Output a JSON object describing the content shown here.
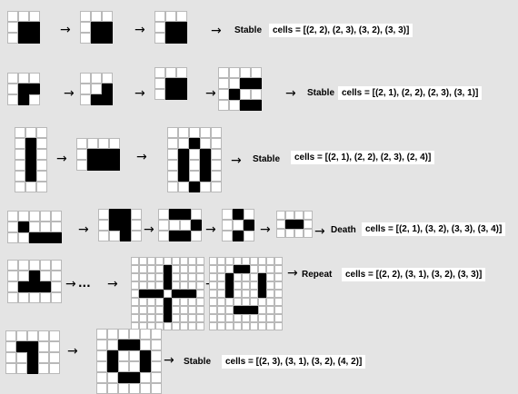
{
  "arrow_glyph": "→",
  "ellipsis_text": "...",
  "colors": {
    "background": "#e4e4e4",
    "live_cell": "#000000",
    "dead_cell": "#ffffff",
    "grid_line": "#b9b9b9"
  },
  "rows": [
    {
      "generations": [
        {
          "rows": 3,
          "cols": 3,
          "live": [
            [
              1,
              1
            ],
            [
              1,
              2
            ],
            [
              2,
              1
            ],
            [
              2,
              2
            ]
          ]
        },
        {
          "rows": 3,
          "cols": 3,
          "live": [
            [
              1,
              1
            ],
            [
              1,
              2
            ],
            [
              2,
              1
            ],
            [
              2,
              2
            ]
          ]
        },
        {
          "rows": 3,
          "cols": 3,
          "live": [
            [
              1,
              1
            ],
            [
              1,
              2
            ],
            [
              2,
              1
            ],
            [
              2,
              2
            ]
          ]
        }
      ],
      "status": "Stable",
      "cells_text": "cells = [(2, 2), (2, 3), (3, 2), (3, 3)]"
    },
    {
      "generations": [
        {
          "rows": 3,
          "cols": 3,
          "live": [
            [
              1,
              1
            ],
            [
              1,
              2
            ],
            [
              1,
              3
            ],
            [
              2,
              1
            ]
          ]
        },
        {
          "rows": 3,
          "cols": 3,
          "live": [
            [
              1,
              2
            ],
            [
              2,
              1
            ],
            [
              2,
              2
            ],
            [
              3,
              1
            ]
          ]
        },
        {
          "rows": 3,
          "cols": 3,
          "live": [
            [
              1,
              1
            ],
            [
              1,
              2
            ],
            [
              2,
              1
            ],
            [
              2,
              2
            ],
            [
              3,
              1
            ],
            [
              3,
              2
            ]
          ]
        },
        {
          "rows": 4,
          "cols": 4,
          "live": [
            [
              1,
              2
            ],
            [
              1,
              3
            ],
            [
              2,
              1
            ],
            [
              2,
              4
            ],
            [
              3,
              2
            ],
            [
              3,
              3
            ]
          ]
        }
      ],
      "status": "Stable",
      "cells_text": "cells = [(2, 1), (2, 2), (2, 3), (3, 1)]"
    },
    {
      "generations": [
        {
          "rows": 6,
          "cols": 3,
          "live": [
            [
              1,
              1
            ],
            [
              2,
              1
            ],
            [
              3,
              1
            ],
            [
              4,
              1
            ]
          ]
        },
        {
          "rows": 3,
          "cols": 4,
          "live": [
            [
              1,
              1
            ],
            [
              1,
              2
            ],
            [
              1,
              3
            ],
            [
              2,
              1
            ],
            [
              2,
              2
            ],
            [
              2,
              3
            ]
          ]
        },
        {
          "rows": 6,
          "cols": 5,
          "live": [
            [
              1,
              2
            ],
            [
              2,
              1
            ],
            [
              2,
              3
            ],
            [
              3,
              1
            ],
            [
              3,
              3
            ],
            [
              4,
              1
            ],
            [
              4,
              3
            ],
            [
              5,
              2
            ]
          ]
        }
      ],
      "status": "Stable",
      "cells_text": "cells = [(2, 1), (2, 2), (2, 3), (2, 4)]"
    },
    {
      "generations": [
        {
          "rows": 3,
          "cols": 5,
          "live": [
            [
              1,
              1
            ],
            [
              2,
              2
            ],
            [
              2,
              3
            ],
            [
              2,
              4
            ]
          ]
        },
        {
          "rows": 3,
          "cols": 4,
          "live": [
            [
              0,
              1
            ],
            [
              0,
              2
            ],
            [
              1,
              1
            ],
            [
              1,
              2
            ],
            [
              2,
              2
            ]
          ]
        },
        {
          "rows": 3,
          "cols": 4,
          "live": [
            [
              0,
              1
            ],
            [
              0,
              2
            ],
            [
              1,
              3
            ],
            [
              2,
              1
            ],
            [
              2,
              2
            ]
          ]
        },
        {
          "rows": 3,
          "cols": 3,
          "live": [
            [
              0,
              1
            ],
            [
              1,
              2
            ],
            [
              2,
              1
            ]
          ]
        },
        {
          "rows": 3,
          "cols": 4,
          "live": [
            [
              1,
              1
            ],
            [
              1,
              2
            ]
          ]
        }
      ],
      "status": "Death",
      "cells_text": "cells = [(2, 1), (3, 2), (3, 3), (3, 4)]"
    },
    {
      "generations": [
        {
          "rows": 4,
          "cols": 5,
          "live": [
            [
              1,
              2
            ],
            [
              2,
              1
            ],
            [
              2,
              2
            ],
            [
              2,
              3
            ]
          ]
        },
        {
          "rows": 9,
          "cols": 9,
          "live": [
            [
              1,
              4
            ],
            [
              2,
              4
            ],
            [
              3,
              4
            ],
            [
              4,
              1
            ],
            [
              4,
              2
            ],
            [
              4,
              3
            ],
            [
              4,
              5
            ],
            [
              4,
              6
            ],
            [
              4,
              7
            ],
            [
              5,
              4
            ],
            [
              6,
              4
            ],
            [
              7,
              4
            ]
          ]
        },
        {
          "rows": 9,
          "cols": 9,
          "live": [
            [
              1,
              3
            ],
            [
              1,
              4
            ],
            [
              2,
              2
            ],
            [
              3,
              2
            ],
            [
              4,
              2
            ],
            [
              2,
              6
            ],
            [
              3,
              6
            ],
            [
              4,
              6
            ],
            [
              6,
              3
            ],
            [
              6,
              4
            ],
            [
              6,
              5
            ]
          ]
        }
      ],
      "status": "Repeat",
      "cells_text": "cells = [(2, 2), (3, 1), (3, 2), (3, 3)]"
    },
    {
      "generations": [
        {
          "rows": 4,
          "cols": 5,
          "live": [
            [
              1,
              1
            ],
            [
              1,
              2
            ],
            [
              2,
              2
            ],
            [
              3,
              2
            ]
          ]
        },
        {
          "rows": 6,
          "cols": 6,
          "live": [
            [
              1,
              2
            ],
            [
              1,
              3
            ],
            [
              2,
              1
            ],
            [
              2,
              4
            ],
            [
              3,
              1
            ],
            [
              3,
              4
            ],
            [
              4,
              2
            ],
            [
              4,
              3
            ]
          ]
        }
      ],
      "status": "Stable",
      "cells_text": "cells = [(2, 3), (3, 1), (3, 2), (4, 2)]"
    }
  ]
}
